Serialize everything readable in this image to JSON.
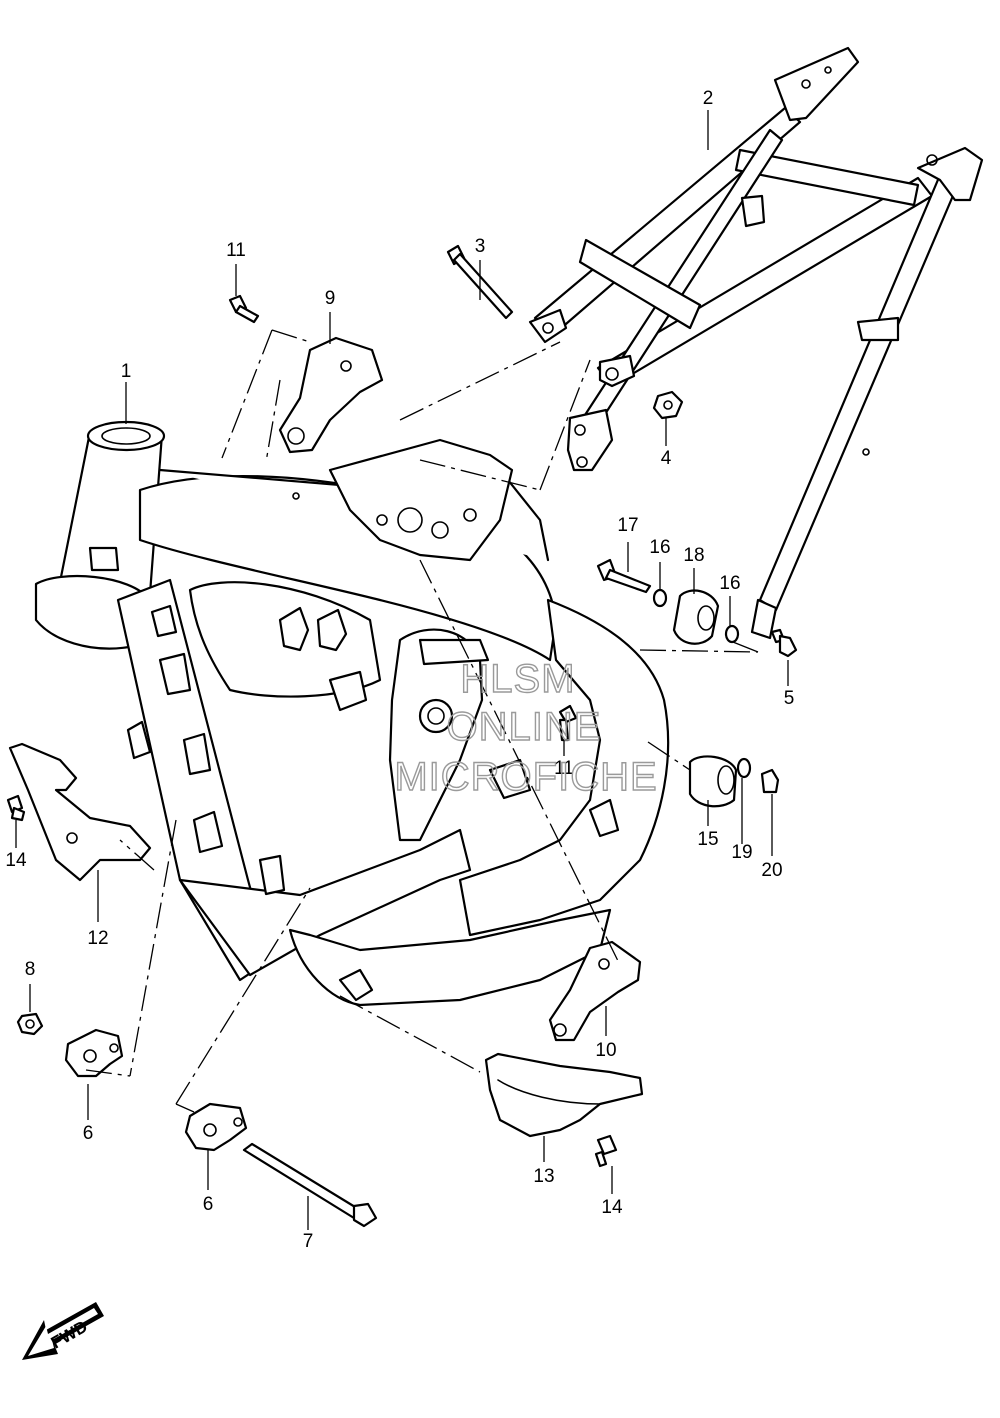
{
  "diagram": {
    "callouts": {
      "c1": "1",
      "c2": "2",
      "c3": "3",
      "c4": "4",
      "c5": "5",
      "c6a": "6",
      "c6b": "6",
      "c7": "7",
      "c8": "8",
      "c9": "9",
      "c10": "10",
      "c11a": "11",
      "c11b": "11",
      "c12": "12",
      "c13": "13",
      "c14a": "14",
      "c14b": "14",
      "c15": "15",
      "c16a": "16",
      "c16b": "16",
      "c17": "17",
      "c18": "18",
      "c19": "19",
      "c20": "20"
    },
    "watermark": {
      "line1": "HLSM",
      "line2": "ONLINE",
      "line3": "MICROFICHE"
    },
    "fwd_label": "FWD"
  }
}
